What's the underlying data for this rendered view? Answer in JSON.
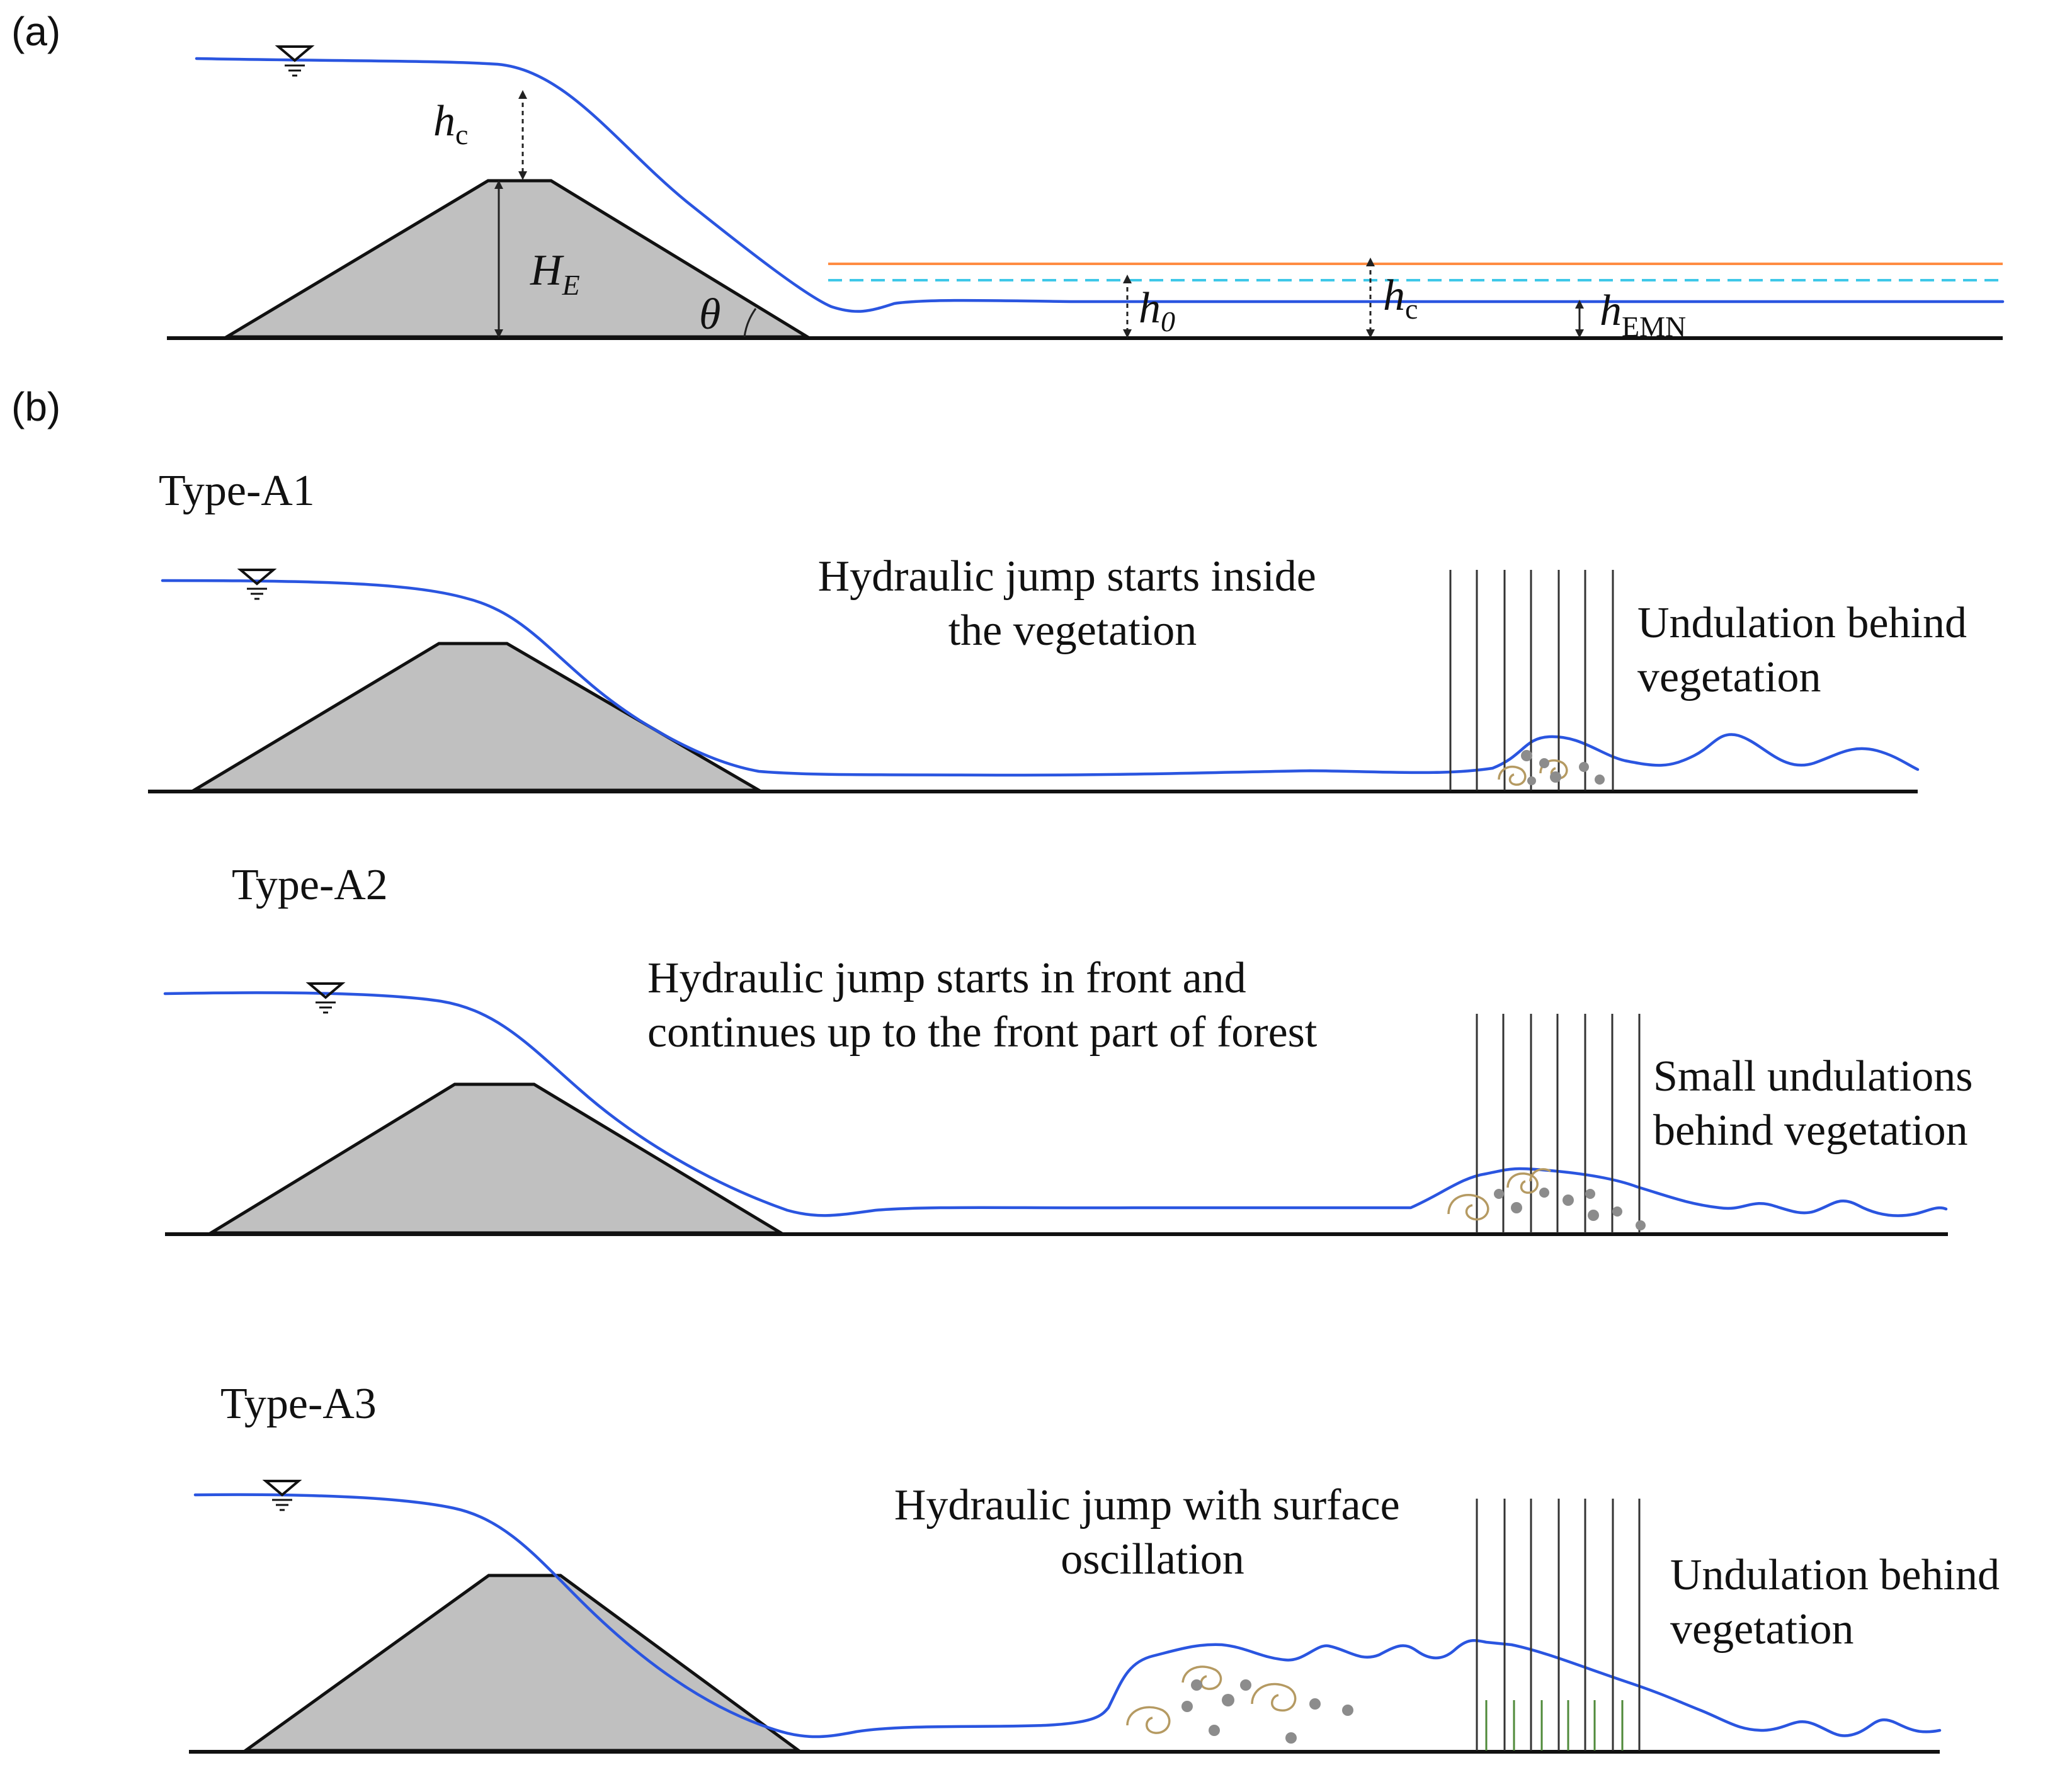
{
  "panel_a": {
    "label": "(a)",
    "hc_main": "h",
    "hc_sub": "c",
    "he_main": "H",
    "he_sub": "E",
    "theta": "θ",
    "h0_main": "h",
    "h0_sub": "0",
    "hc2_main": "h",
    "hc2_sub": "c",
    "hemn_main": "h",
    "hemn_sub": "EMN",
    "colors": {
      "critical_depth_line": "#ff8c42",
      "dashed_line": "#3ec8e8",
      "water_surface": "#2a55e0",
      "dike_fill": "#c0c0c0"
    }
  },
  "panel_b": {
    "label": "(b)",
    "type_a1": {
      "title": "Type-A1",
      "note_line1": "Hydraulic jump starts inside",
      "note_line2": "the vegetation",
      "behind_line1": "Undulation behind",
      "behind_line2": "vegetation"
    },
    "type_a2": {
      "title": "Type-A2",
      "note_line1": "Hydraulic jump starts in front and",
      "note_line2": "continues up to the front part of forest",
      "behind_line1": "Small undulations",
      "behind_line2": "behind vegetation"
    },
    "type_a3": {
      "title": "Type-A3",
      "note_line1": "Hydraulic jump with surface",
      "note_line2": "oscillation",
      "behind_line1": "Undulation behind",
      "behind_line2": "vegetation"
    }
  },
  "icons": [
    "water-level-symbol",
    "swirl-icon",
    "air-bubble-icon"
  ]
}
